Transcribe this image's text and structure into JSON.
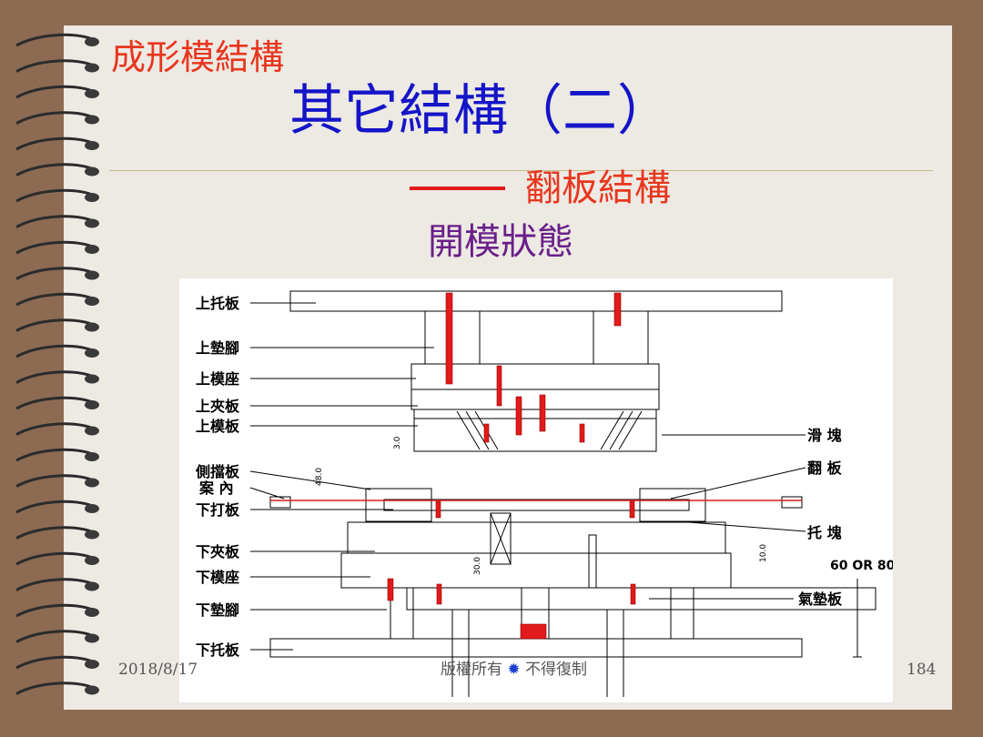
{
  "slide": {
    "section_title": "成形模結構",
    "title": "其它結構（二）",
    "subtitle": "翻板結構",
    "state": "開模狀態"
  },
  "diagram": {
    "labels_left": [
      "上托板",
      "上墊腳",
      "上模座",
      "上夾板",
      "上模板",
      "側擋板",
      "案 內",
      "下打板",
      "下夾板",
      "下模座",
      "下墊腳",
      "下托板"
    ],
    "labels_right": [
      "滑 塊",
      "翻 板",
      "托 塊",
      "60 OR 80",
      "氣墊板"
    ],
    "dimensions": [
      "3.0",
      "48.0",
      "30.0",
      "10.0"
    ]
  },
  "footer": {
    "date": "2018/8/17",
    "copyright_left": "版權所有",
    "copyright_right": "不得復制",
    "page": "184"
  },
  "colors": {
    "background": "#8c6b52",
    "slide": "#ede9e3",
    "title_red": "#e8361e",
    "title_blue": "#1414c8",
    "state_purple": "#6a1f8a",
    "accent_red": "#e11b1b"
  }
}
